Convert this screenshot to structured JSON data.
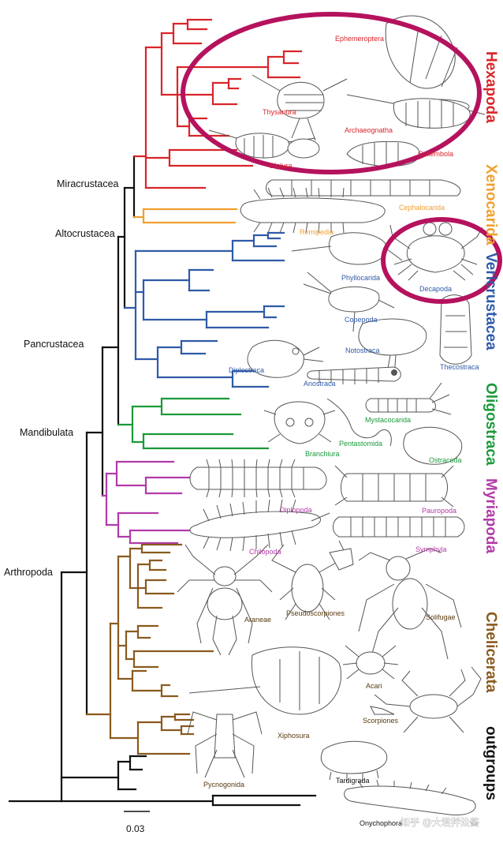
{
  "node_labels": {
    "miracrustacea": "Miracrustacea",
    "altocrustacea": "Altocrustacea",
    "pancrustacea": "Pancrustacea",
    "mandibulata": "Mandibulata",
    "arthropoda": "Arthropoda"
  },
  "clades": {
    "hexapoda": "Hexapoda",
    "xenocarida": "Xenocarida",
    "vericrustacea": "Vericrustacea",
    "oligostraca": "Oligostraca",
    "myriapoda": "Myriapoda",
    "chelicerata": "Chelicerata",
    "outgroups": "outgroups"
  },
  "taxa": {
    "ephemeroptera": "Ephemeroptera",
    "thysanura": "Thysanura",
    "archaeognatha": "Archaeognatha",
    "collembola": "Collembola",
    "diplura": "Diplura",
    "cephalocarida": "Cephalocarida",
    "remipedia": "Remipedia",
    "phyllocarida": "Phyllocarida",
    "decapoda": "Decapoda",
    "copepoda": "Copepoda",
    "notostraca": "Notostraca",
    "thecostraca": "Thecostraca",
    "diplostraca": "Diplostraca",
    "anostraca": "Anostraca",
    "mystacocarida": "Mystacocarida",
    "pentastomida": "Pentastomida",
    "branchiura": "Branchiura",
    "ostracoda": "Ostracoda",
    "diplopoda": "Diplopoda",
    "pauropoda": "Pauropoda",
    "chilopoda": "Chilopoda",
    "symphyla": "Symphyla",
    "araneae": "Araneae",
    "pseudoscorpiones": "Pseudoscorpiones",
    "solifugae": "Solifugae",
    "acari": "Acari",
    "scorpiones": "Scorpiones",
    "xiphosura": "Xiphosura",
    "pycnogonida": "Pycnogonida",
    "tardigrada": "Tardigrada",
    "onychophora": "Onychophora"
  },
  "scale_bar": {
    "label": "0.03"
  },
  "watermark": "知乎 @大君拌法酱",
  "colors": {
    "hexapoda": "#d9252a",
    "xenocarida": "#f0a030",
    "vericrustacea": "#2f5aa8",
    "oligostraca": "#1a9a3a",
    "myriapoda": "#b23aa8",
    "chelicerata": "#8a5a1e",
    "outgroups": "#111111",
    "backbone": "#111111",
    "highlight": "#b5125e"
  }
}
